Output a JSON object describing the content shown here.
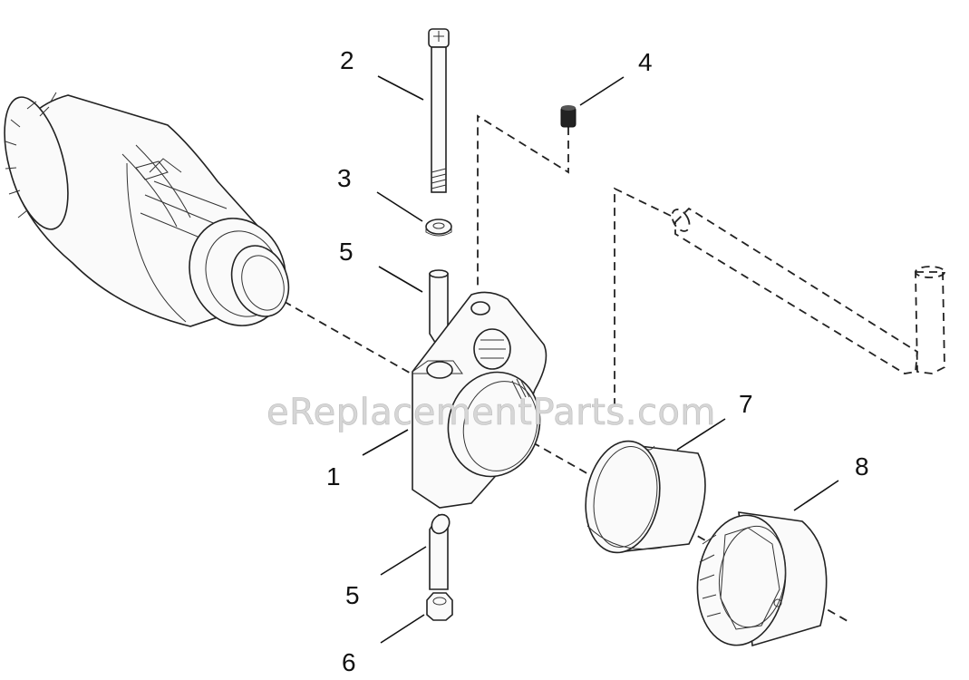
{
  "watermark": "eReplacementParts.com",
  "callouts": [
    {
      "id": "callout-2",
      "label": "2"
    },
    {
      "id": "callout-4",
      "label": "4"
    },
    {
      "id": "callout-3",
      "label": "3"
    },
    {
      "id": "callout-5-top",
      "label": "5"
    },
    {
      "id": "callout-7",
      "label": "7"
    },
    {
      "id": "callout-8",
      "label": "8"
    },
    {
      "id": "callout-1",
      "label": "1"
    },
    {
      "id": "callout-5-bottom",
      "label": "5"
    },
    {
      "id": "callout-6",
      "label": "6"
    }
  ]
}
